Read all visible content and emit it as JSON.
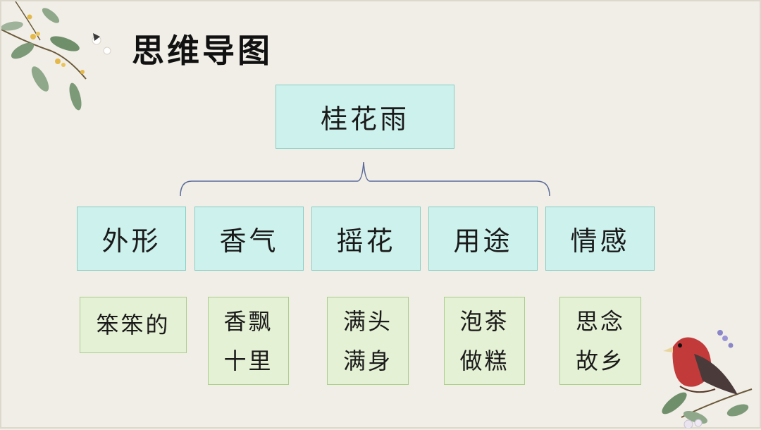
{
  "title": "思维导图",
  "root": "桂花雨",
  "categories": [
    {
      "label": "外形",
      "detail": "笨笨的"
    },
    {
      "label": "香气",
      "detail": "香飘\n十里"
    },
    {
      "label": "摇花",
      "detail": "满头\n满身"
    },
    {
      "label": "用途",
      "detail": "泡茶\n做糕"
    },
    {
      "label": "情感",
      "detail": "思念\n故乡"
    }
  ],
  "colors": {
    "background": "#f1eee7",
    "node_fill": "#cdf1ec",
    "node_border": "#86cfc6",
    "leaf_fill": "#e4f1d4",
    "leaf_border": "#a9cf8a",
    "brace": "#5a6a9a"
  },
  "decorations": [
    "osmanthus-branch-icon",
    "red-bird-icon"
  ]
}
